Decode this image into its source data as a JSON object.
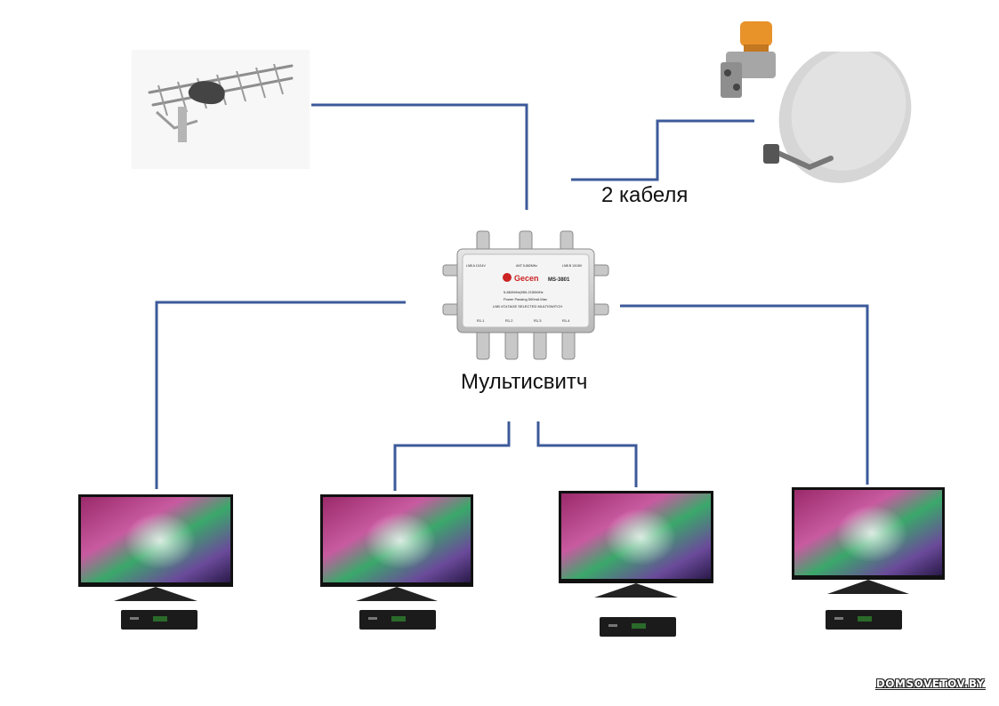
{
  "labels": {
    "cables": "2 кабеля",
    "multiswitch": "Мультисвитч"
  },
  "multiswitch_device": {
    "brand": "Gecen",
    "model": "MS-3801",
    "freq": "5-862MHz|950-2150MHz",
    "power": "Power Passing 500mA Max",
    "desc": "LNB VOLTAGE SELECTED MULTISWITCH",
    "in_left": "LNB A 13/14V",
    "in_mid": "ANT 5-862MHz",
    "in_right": "LNB B 13/18V",
    "out_1": "R1.1",
    "out_2": "R1.2",
    "out_3": "R1.3",
    "out_4": "R1.4"
  },
  "watermark": "DOMSOVETOV.BY",
  "colors": {
    "wire": "#3c5a9a",
    "dish": "#d6d6d6",
    "lnb_cap": "#e8922a"
  }
}
